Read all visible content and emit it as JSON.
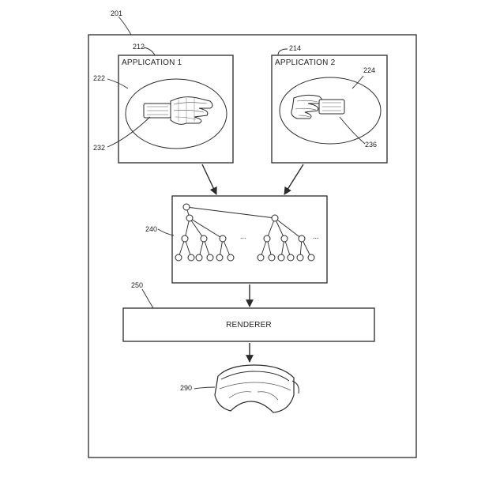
{
  "figure": {
    "system_ref": "201",
    "app1": {
      "ref": "212",
      "title": "APPLICATION 1",
      "scene_ref": "222",
      "hand_ref": "232"
    },
    "app2": {
      "ref": "214",
      "title": "APPLICATION 2",
      "scene_ref": "224",
      "hand_ref": "236"
    },
    "scene_graph": {
      "ref": "240",
      "ellipsis_left": "...",
      "ellipsis_right": "..."
    },
    "renderer": {
      "ref": "250",
      "label": "RENDERER"
    },
    "headset": {
      "ref": "290"
    }
  }
}
